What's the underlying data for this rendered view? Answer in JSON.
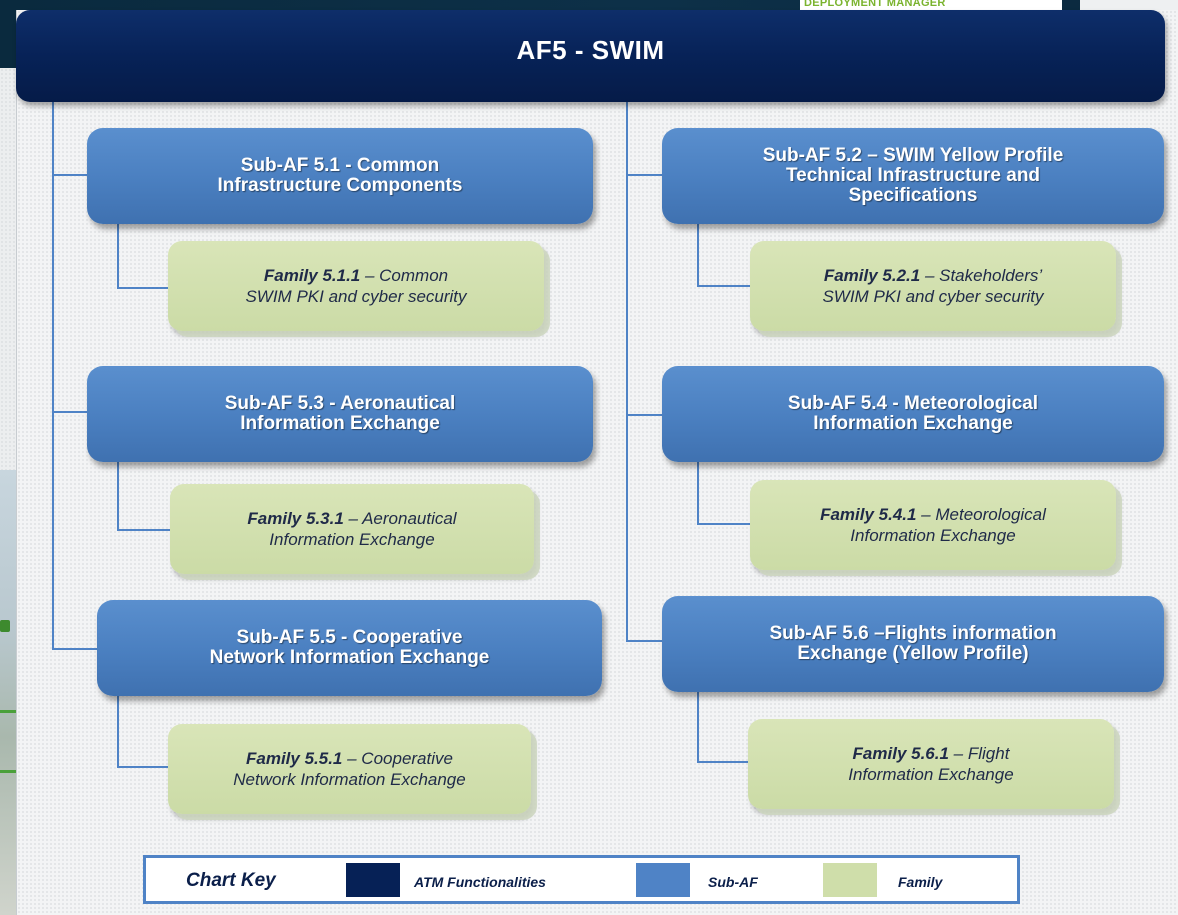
{
  "header": {
    "badge_text": "DEPLOYMENT MANAGER"
  },
  "title": "AF5  - SWIM",
  "sub_afs": [
    {
      "label": "Sub-AF 5.1 - Common\nInfrastructure Components",
      "family": {
        "id": "Family 5.1.1",
        "sep": " –  ",
        "text": "Common\nSWIM PKI and cyber security"
      }
    },
    {
      "label": "Sub-AF 5.2 – SWIM  Yellow Profile\nTechnical Infrastructure and\nSpecifications",
      "family": {
        "id": "Family 5.2.1",
        "sep": " – ",
        "text": "Stakeholders’\nSWIM PKI and cyber security"
      }
    },
    {
      "label": "Sub-AF 5.3 - Aeronautical\nInformation Exchange",
      "family": {
        "id": "Family 5.3.1",
        "sep": " –  ",
        "text": "Aeronautical\nInformation Exchange"
      }
    },
    {
      "label": "Sub-AF 5.4 - Meteorological\nInformation Exchange",
      "family": {
        "id": "Family 5.4.1",
        "sep": " – ",
        "text": "Meteorological\nInformation Exchange"
      }
    },
    {
      "label": "Sub-AF 5.5 - Cooperative\nNetwork Information Exchange",
      "family": {
        "id": "Family 5.5.1",
        "sep": " –  ",
        "text": "Cooperative\nNetwork Information Exchange"
      }
    },
    {
      "label": "Sub-AF 5.6 –Flights information\nExchange (Yellow Profile)",
      "family": {
        "id": "Family 5.6.1",
        "sep": "  –  ",
        "text": "Flight\nInformation Exchange"
      }
    }
  ],
  "chart_key": {
    "title": "Chart Key",
    "items": [
      {
        "label": "ATM Functionalities",
        "color": "#062156"
      },
      {
        "label": "Sub-AF",
        "color": "#4f83c6"
      },
      {
        "label": "Family",
        "color": "#cfdeaa"
      }
    ]
  }
}
